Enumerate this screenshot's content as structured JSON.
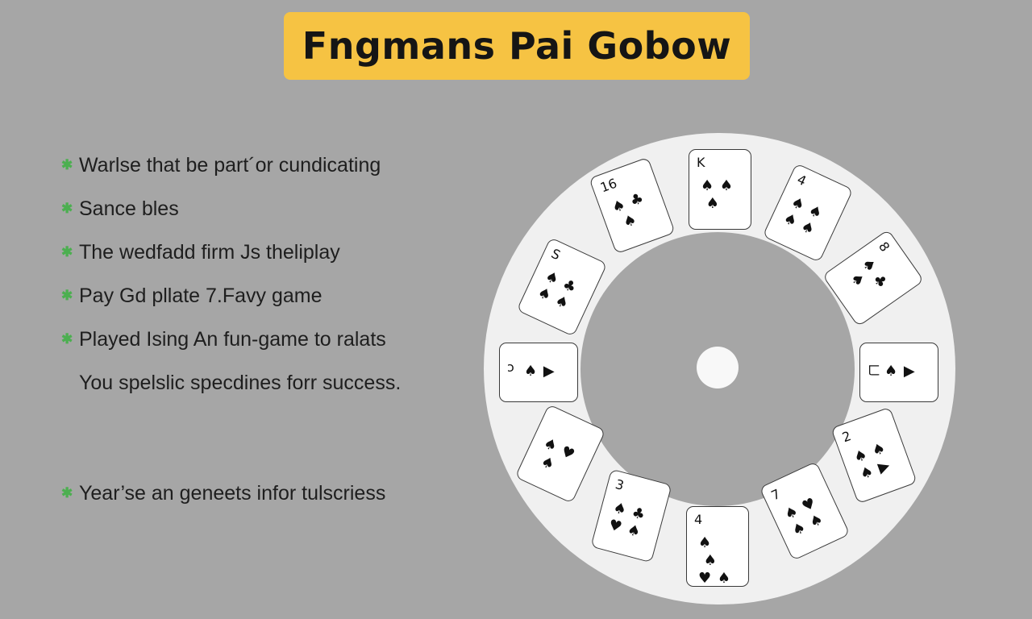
{
  "title": "Fngmans Pai Gobow",
  "bullets": [
    {
      "text": "Warlse that be part´or cundicating",
      "star": true
    },
    {
      "text": "Sance bles",
      "star": true
    },
    {
      "text": "The wedfadd firm Js theliplay",
      "star": true
    },
    {
      "text": "Pay Gd pllate 7.Favy game",
      "star": true
    },
    {
      "text": "Played Ising An fun-game to ralats",
      "star": true
    },
    {
      "text": "You spelslic specdines forr success.",
      "star": false
    },
    {
      "text": "Year’se an geneets infor tulscriess",
      "star": true
    }
  ],
  "cards": [
    {
      "rank": "K",
      "suits": "♠ ♠\n ♠",
      "rotate": 0
    },
    {
      "rank": "4",
      "suits": "♠ ♠\n♠ ♠",
      "rotate": 25
    },
    {
      "rank": "8",
      "suits": "♠ ♣\n ♠",
      "rotate": 55
    },
    {
      "rank": "ㄈ",
      "suits": "♠ ▶",
      "rotate": 0
    },
    {
      "rank": "2",
      "suits": "♠ ♠\n♠ ▶",
      "rotate": -20
    },
    {
      "rank": "7",
      "suits": "♠ ♥\n♠ ♠",
      "rotate": -25
    },
    {
      "rank": "4",
      "suits": "♠\n ♠\n♥ ♠",
      "rotate": 0
    },
    {
      "rank": "3",
      "suits": "♠ ♣\n♥ ♠",
      "rotate": 15
    },
    {
      "rank": "",
      "suits": "♠ ♥\n ♠",
      "rotate": 25
    },
    {
      "rank": "ↄ",
      "suits": "♠ ▶",
      "rotate": 0
    },
    {
      "rank": "S",
      "suits": "♠ ♣\n♠ ♠",
      "rotate": 25
    },
    {
      "rank": "16",
      "suits": "♠ ♣\n ♠",
      "rotate": -20
    }
  ]
}
